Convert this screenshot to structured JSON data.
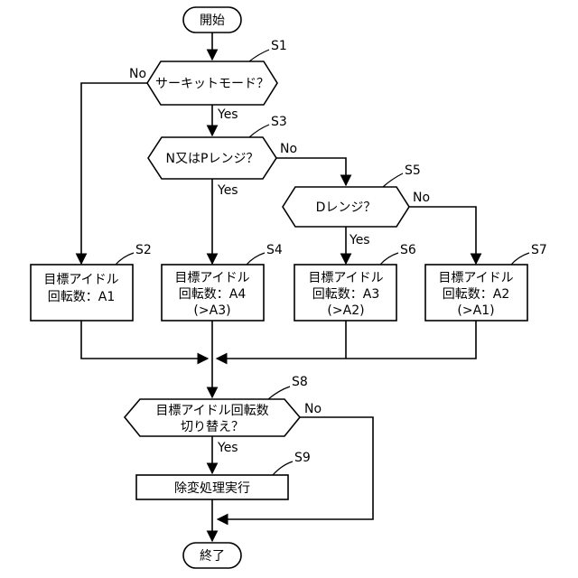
{
  "start_label": "開始",
  "end_label": "終了",
  "decisions": {
    "s1": {
      "step": "S1",
      "question": "サーキットモード？",
      "yes": "Yes",
      "no": "No"
    },
    "s3": {
      "step": "S3",
      "question": "N又はPレンジ？",
      "yes": "Yes",
      "no": "No"
    },
    "s5": {
      "step": "S5",
      "question": "Dレンジ？",
      "yes": "Yes",
      "no": "No"
    },
    "s8": {
      "step": "S8",
      "line1": "目標アイドル回転数",
      "line2": "切り替え？",
      "yes": "Yes",
      "no": "No"
    }
  },
  "processes": {
    "s2": {
      "step": "S2",
      "line1": "目標アイドル",
      "line2": "回転数：A1"
    },
    "s4": {
      "step": "S4",
      "line1": "目標アイドル",
      "line2": "回転数：A4",
      "line3": "(>A3)"
    },
    "s6": {
      "step": "S6",
      "line1": "目標アイドル",
      "line2": "回転数：A3",
      "line3": "(>A2)"
    },
    "s7": {
      "step": "S7",
      "line1": "目標アイドル",
      "line2": "回転数：A2",
      "line3": "(>A1)"
    },
    "s9": {
      "step": "S9",
      "label": "除変処理実行"
    }
  }
}
